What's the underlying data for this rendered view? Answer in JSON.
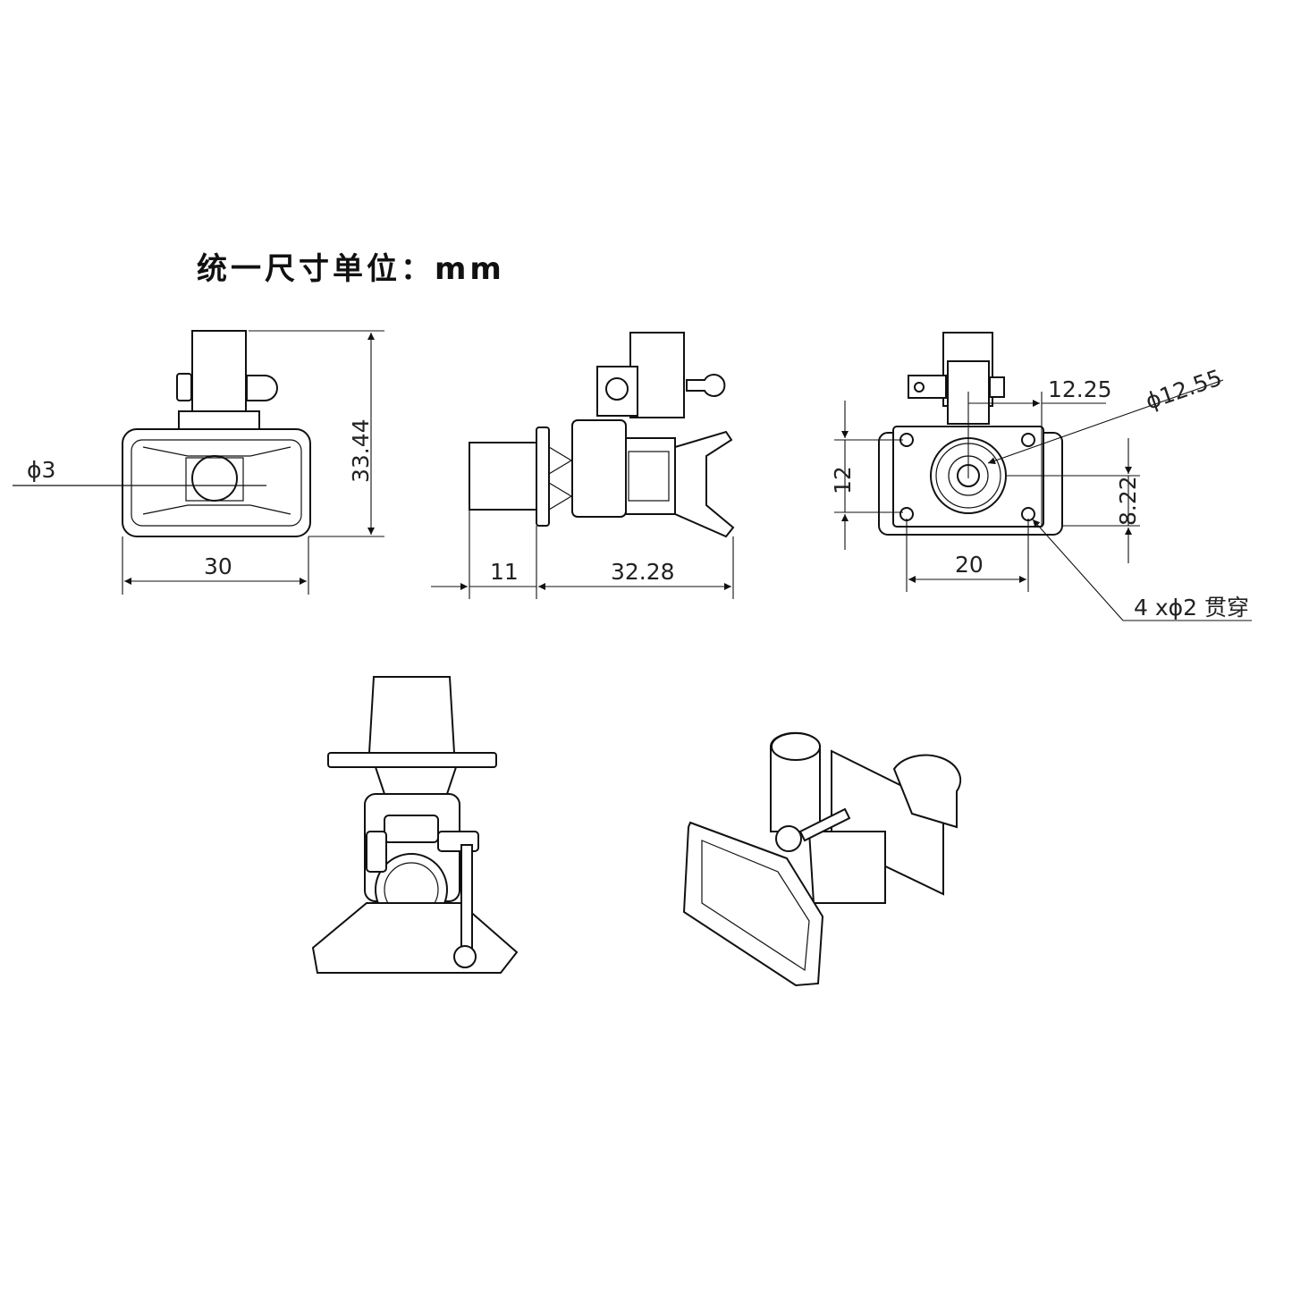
{
  "title": "统一尺寸单位：mm",
  "front_view": {
    "hole_dia": "ϕ3",
    "height": "33.44",
    "width": "30"
  },
  "side_view": {
    "left_len": "11",
    "right_len": "32.28"
  },
  "rear_view": {
    "offset": "12.25",
    "bore_dia": "ϕ12.55",
    "hole_vertical": "12",
    "center_height": "8.22",
    "hole_spacing": "20",
    "holes_note": "4 xϕ2  贯穿"
  }
}
